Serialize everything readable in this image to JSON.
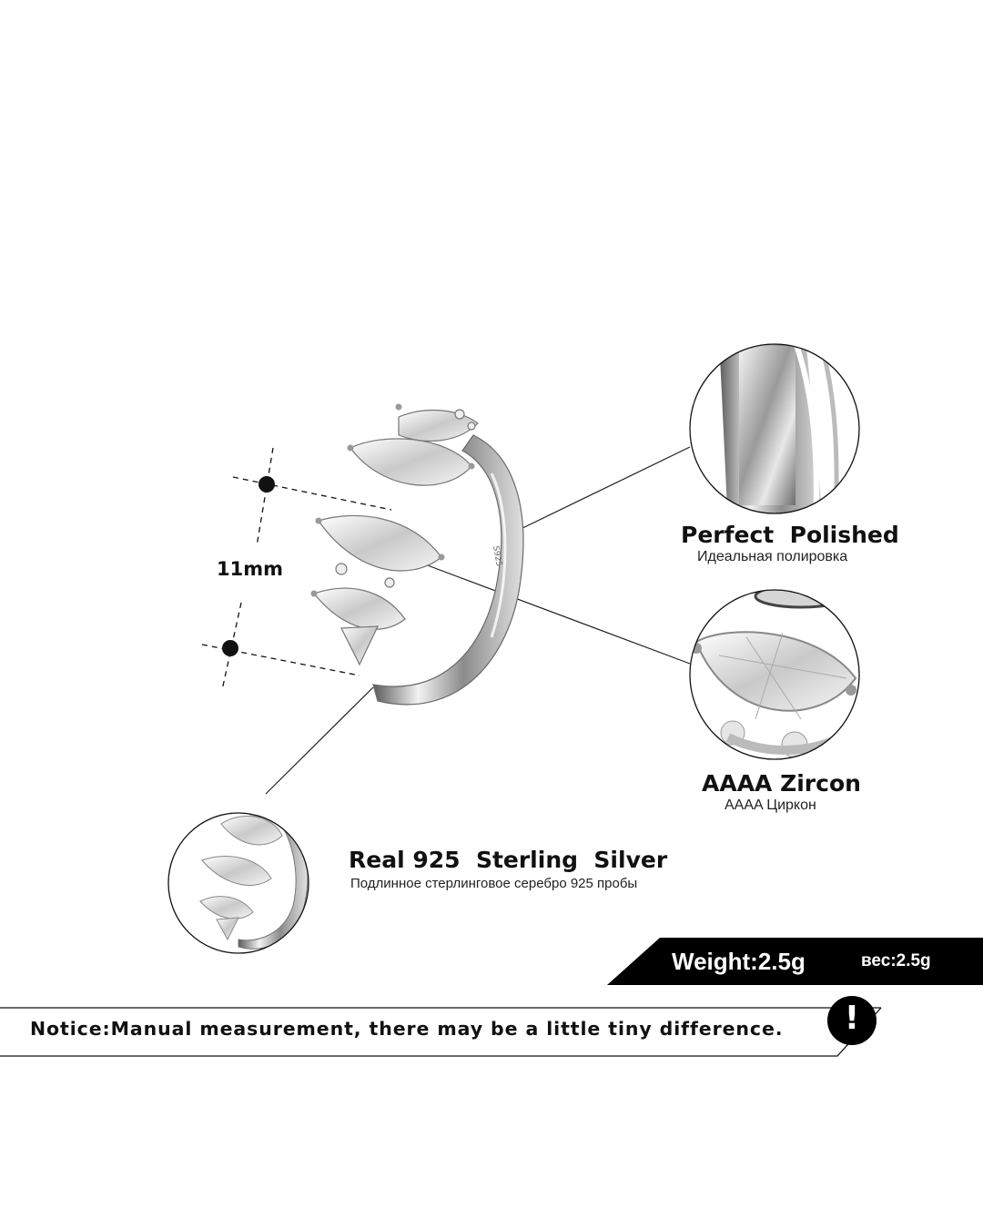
{
  "dimension": {
    "label": "11mm"
  },
  "ring_stamp": "S925",
  "features": {
    "polished": {
      "title": "Perfect  Polished",
      "subtitle": "Идеальная полировка"
    },
    "zircon": {
      "title": "AAAA Zircon",
      "subtitle": "AAAA Циркон"
    },
    "silver": {
      "title": "Real 925  Sterling  Silver",
      "subtitle": "Подлинное стерлинговое серебро 925 пробы"
    }
  },
  "weight": {
    "label": "Weight:2.5g",
    "label_ru": "вес:2.5g"
  },
  "notice": {
    "text": "Notice:Manual measurement, there may be a little tiny difference.",
    "icon": "!"
  },
  "colors": {
    "banner": "#000000",
    "text": "#111111",
    "background": "#ffffff"
  }
}
